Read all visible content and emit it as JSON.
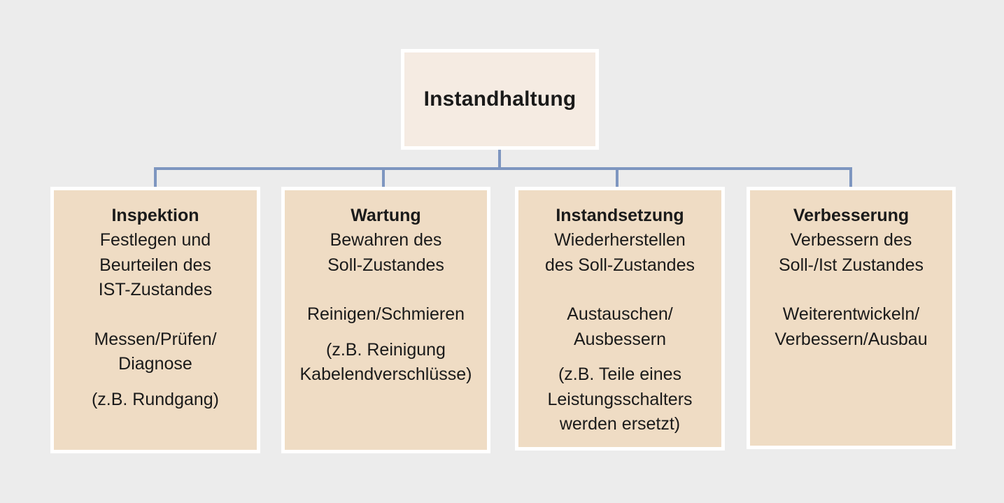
{
  "diagram": {
    "root": {
      "title": "Instandhaltung"
    },
    "children": [
      {
        "title": "Inspektion",
        "description": [
          "Festlegen und",
          "Beurteilen des",
          "IST-Zustandes"
        ],
        "activity": [
          "Messen/Prüfen/",
          "Diagnose"
        ],
        "example": [
          "(z.B. Rundgang)"
        ]
      },
      {
        "title": "Wartung",
        "description": [
          "Bewahren des",
          "Soll-Zustandes"
        ],
        "activity": [
          "Reinigen/Schmieren"
        ],
        "example": [
          "(z.B. Reinigung",
          "Kabelendverschlüsse)"
        ]
      },
      {
        "title": "Instandsetzung",
        "description": [
          "Wiederherstellen",
          "des Soll-Zustandes"
        ],
        "activity": [
          "Austauschen/",
          "Ausbessern"
        ],
        "example": [
          "(z.B. Teile eines",
          "Leistungsschalters",
          "werden ersetzt)"
        ]
      },
      {
        "title": "Verbesserung",
        "description": [
          "Verbessern des",
          "Soll-/Ist Zustandes"
        ],
        "activity": [
          "Weiterentwickeln/",
          "Verbessern/Ausbau"
        ]
      }
    ],
    "colors": {
      "background": "#ececec",
      "root_fill": "#f5ebe2",
      "child_fill": "#efdcc4",
      "border": "#ffffff",
      "connector": "#7e96c0",
      "text": "#1a1a1a"
    }
  }
}
